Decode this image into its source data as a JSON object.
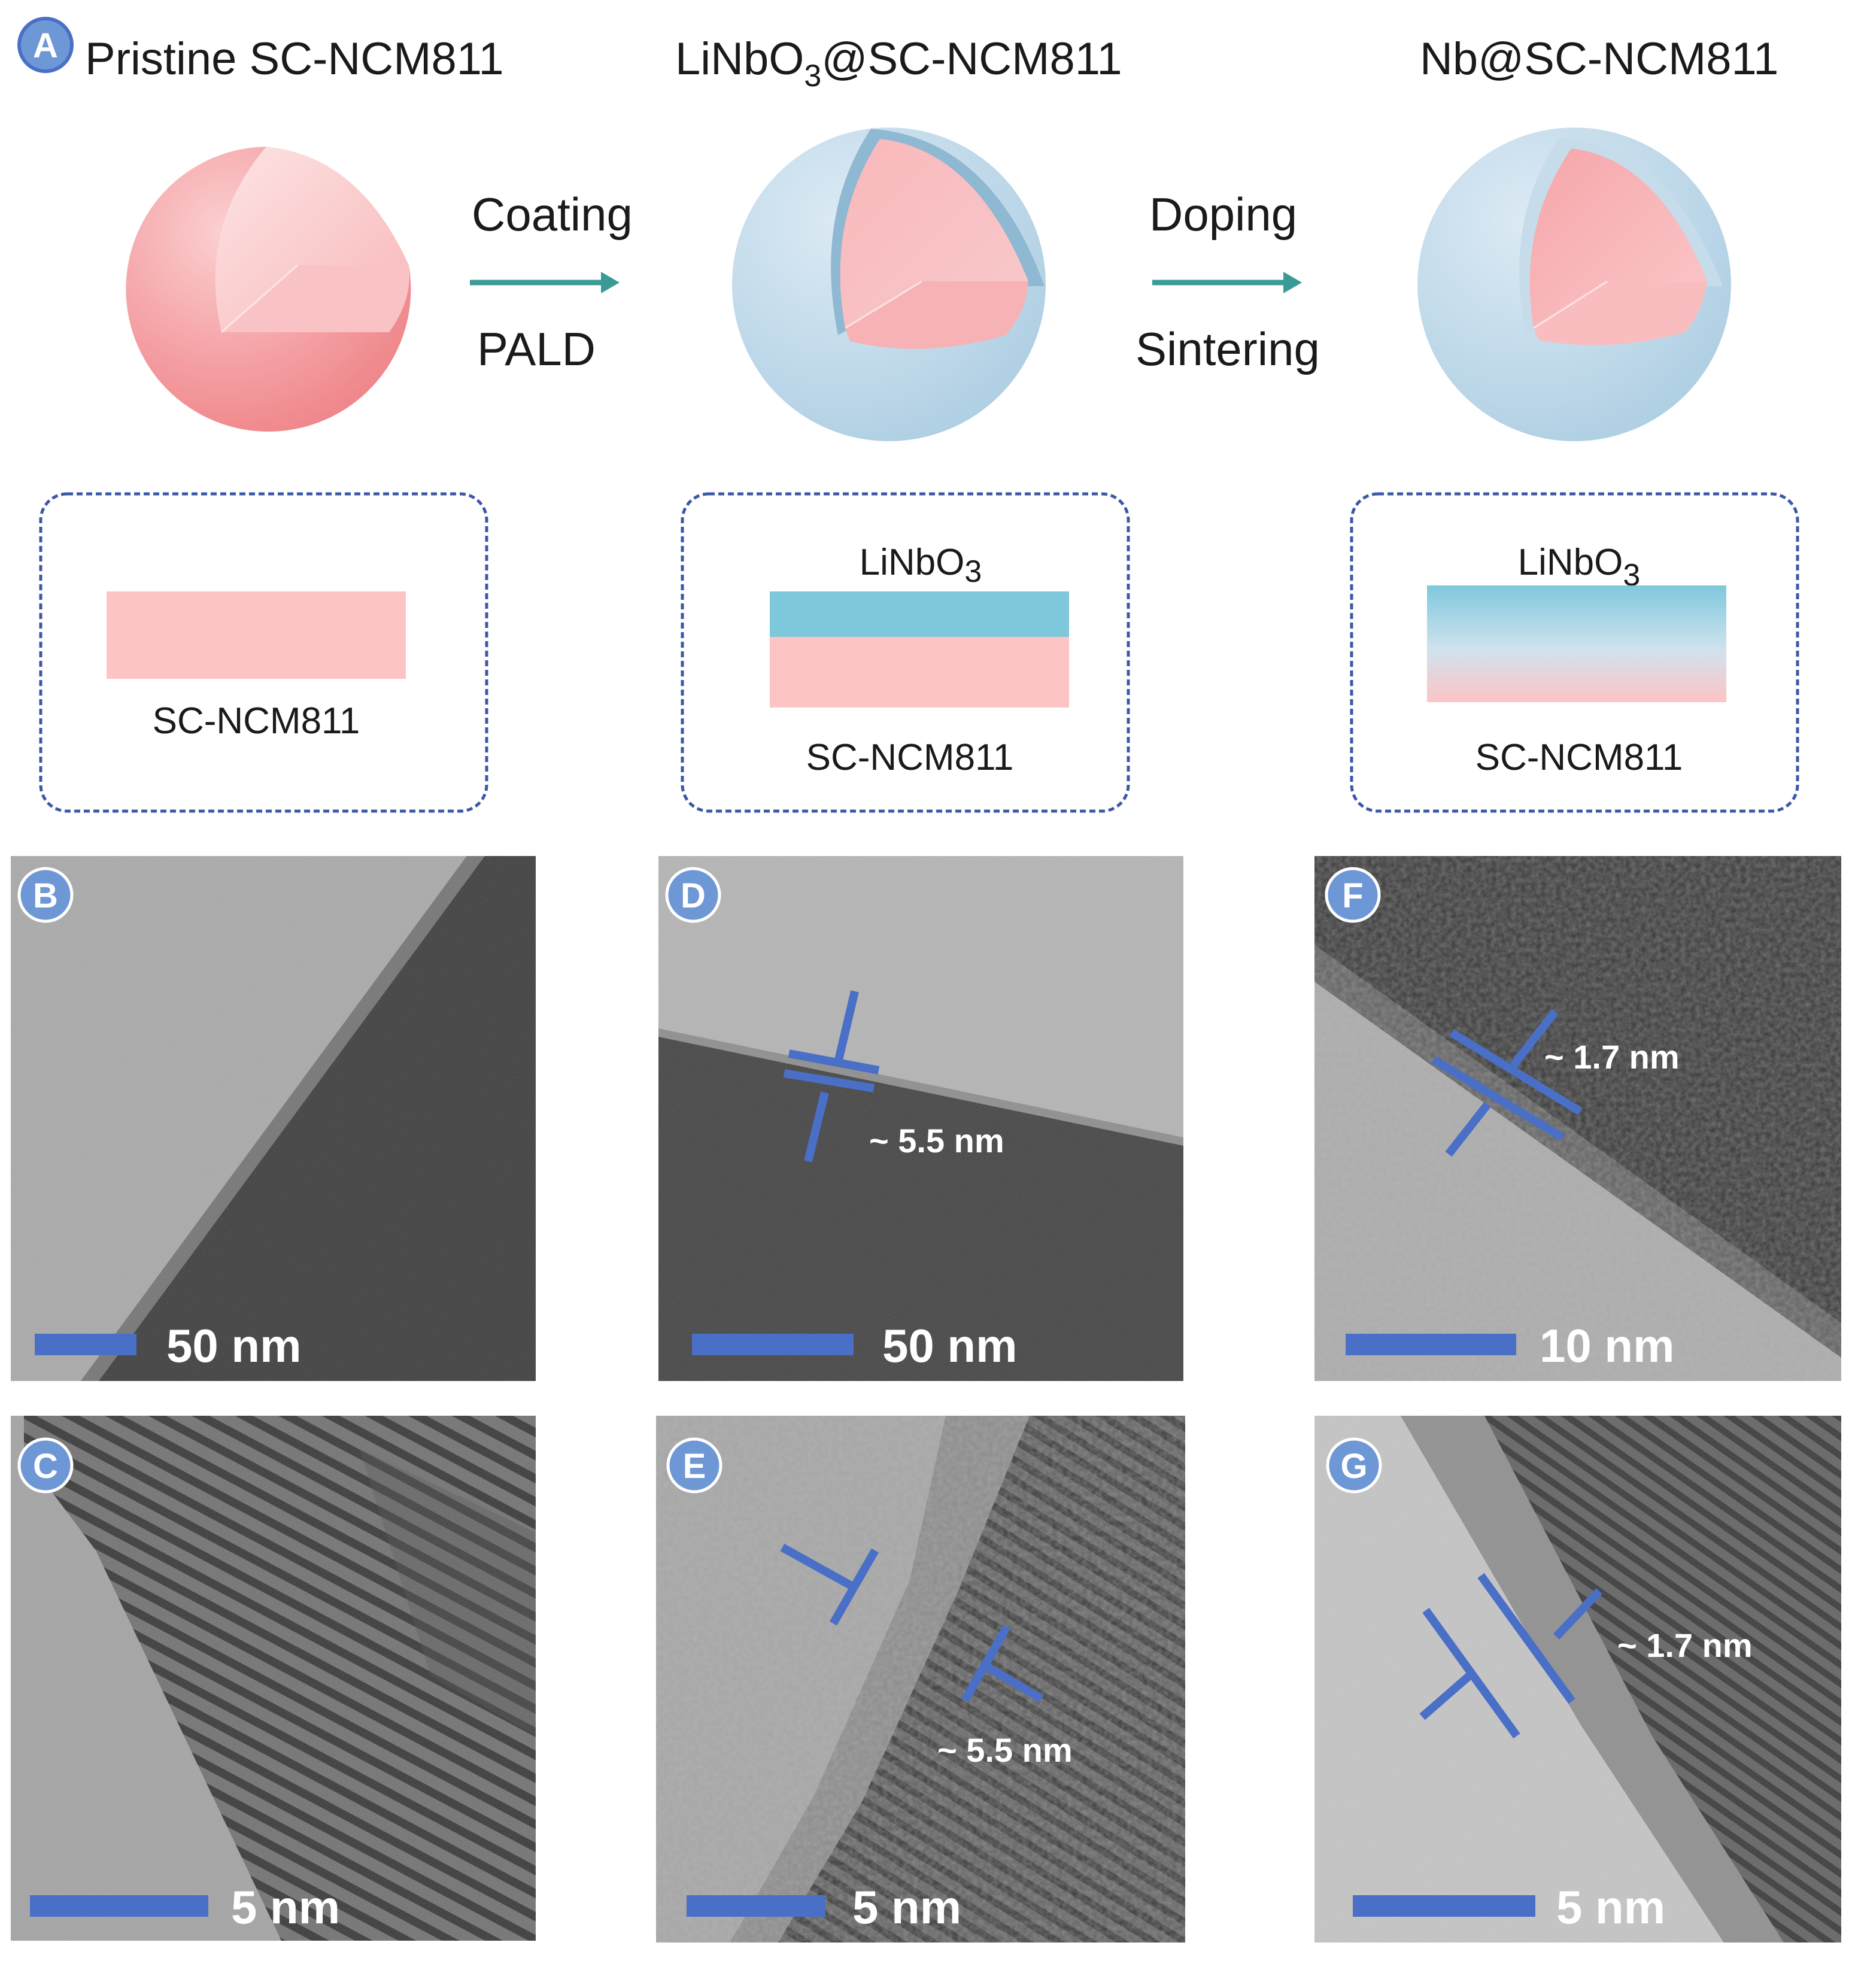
{
  "colors": {
    "core": "#f4a3a6",
    "coating": "#b7d6e8",
    "layer_coat": "#7ec8dc",
    "layer_core": "#fdc4c6",
    "arrow": "#3a9a96",
    "marker": "#4a6fc7",
    "box_border": "#3b58a8"
  },
  "panel_a": {
    "letter": "A",
    "titles": {
      "pristine": "Pristine SC-NCM811",
      "coated_pre": "LiNbO",
      "coated_sub": "3",
      "coated_post": "@SC-NCM811",
      "doped": "Nb@SC-NCM811"
    },
    "steps": {
      "coating": "Coating",
      "pald": "PALD",
      "doping": "Doping",
      "sintering": "Sintering"
    },
    "boxes": {
      "pristine_label": "SC-NCM811",
      "coated_top_pre": "LiNbO",
      "coated_top_sub": "3",
      "coated_bottom": "SC-NCM811",
      "doped_top_pre": "LiNbO",
      "doped_top_sub": "3",
      "doped_bottom": "SC-NCM811"
    }
  },
  "tem_panels": [
    {
      "letter": "B",
      "scale": "50 nm",
      "measurement": ""
    },
    {
      "letter": "C",
      "scale": "5 nm",
      "measurement": ""
    },
    {
      "letter": "D",
      "scale": "50 nm",
      "measurement": "~ 5.5 nm"
    },
    {
      "letter": "E",
      "scale": "5 nm",
      "measurement": "~ 5.5 nm"
    },
    {
      "letter": "F",
      "scale": "10 nm",
      "measurement": "~ 1.7 nm"
    },
    {
      "letter": "G",
      "scale": "5 nm",
      "measurement": "~ 1.7 nm"
    }
  ]
}
